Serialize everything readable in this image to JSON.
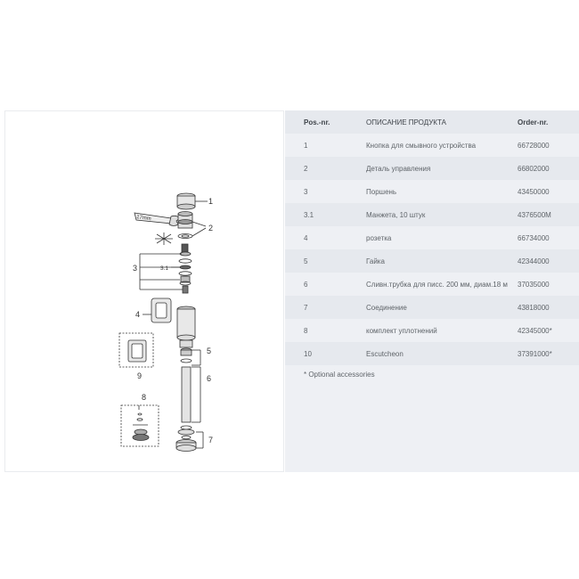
{
  "table": {
    "headers": {
      "pos": "Pos.-nr.",
      "description": "ОПИСАНИЕ ПРОДУКТА",
      "order": "Order-nr."
    },
    "rows": [
      {
        "pos": "1",
        "description": "Кнопка для смывного устройства",
        "order": "66728000"
      },
      {
        "pos": "2",
        "description": "Деталь управления",
        "order": "66802000"
      },
      {
        "pos": "3",
        "description": "Поршень",
        "order": "43450000"
      },
      {
        "pos": "3.1",
        "description": "Манжета, 10 штук",
        "order": "4376500M"
      },
      {
        "pos": "4",
        "description": "розетка",
        "order": "66734000"
      },
      {
        "pos": "5",
        "description": "Гайка",
        "order": "42344000"
      },
      {
        "pos": "6",
        "description": "Сливн.трубка для писс. 200 мм, диам.18 м",
        "order": "37035000"
      },
      {
        "pos": "7",
        "description": "Соединение",
        "order": "43818000"
      },
      {
        "pos": "8",
        "description": "комплект уплотнений",
        "order": "42345000*"
      },
      {
        "pos": "10",
        "description": "Escutcheon",
        "order": "37391000*"
      }
    ],
    "footnote": "* Optional accessories"
  },
  "diagram": {
    "labels": [
      "1",
      "2",
      "3",
      "3.1",
      "4",
      "5",
      "6",
      "7",
      "8",
      "9"
    ],
    "wrench_label": "17mm"
  }
}
